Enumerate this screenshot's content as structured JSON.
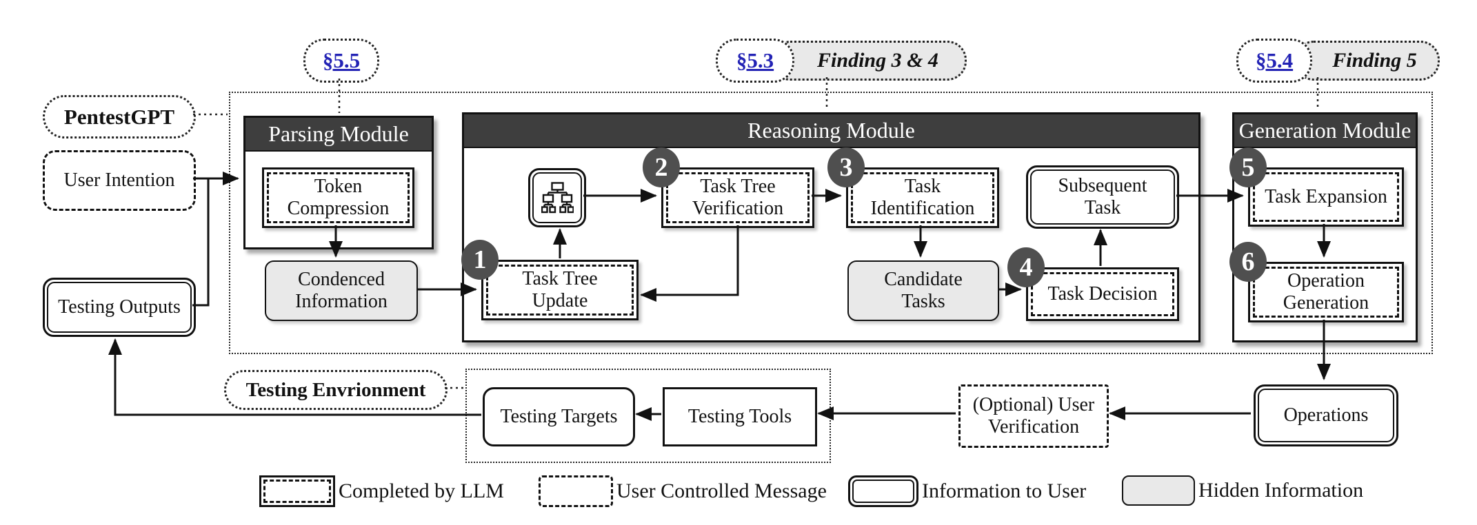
{
  "colors": {
    "module_header_bg": "#3e3e3e",
    "step_circle_bg": "#4f4f4f",
    "hidden_fill": "#e9e9e9",
    "section_link_blue": "#2323b5",
    "line_black": "#111111"
  },
  "badges": {
    "sec55": "§5.5",
    "sec53": "§5.3",
    "finding34": "Finding 3 & 4",
    "sec54": "§5.4",
    "finding5": "Finding 5"
  },
  "labels": {
    "system": "PentestGPT",
    "environment": "Testing Envrionment"
  },
  "modules": {
    "parsing": "Parsing Module",
    "reasoning": "Reasoning Module",
    "generation": "Generation Module"
  },
  "nodes": {
    "user_intention": "User Intention",
    "testing_outputs": "Testing Outputs",
    "token_compression": "Token\nCompression",
    "condenced_information": "Condenced\nInformation",
    "task_tree_update": "Task Tree\nUpdate",
    "task_tree_verification": "Task Tree\nVerification",
    "task_identification": "Task\nIdentification",
    "candidate_tasks": "Candidate\nTasks",
    "task_decision": "Task Decision",
    "subsequent_task": "Subsequent\nTask",
    "task_expansion": "Task Expansion",
    "operation_generation": "Operation\nGeneration",
    "testing_targets": "Testing Targets",
    "testing_tools": "Testing Tools",
    "user_verification": "(Optional) User\nVerification",
    "operations": "Operations"
  },
  "steps": [
    "1",
    "2",
    "3",
    "4",
    "5",
    "6"
  ],
  "legend": [
    {
      "label": "Completed by LLM"
    },
    {
      "label": "User Controlled Message"
    },
    {
      "label": "Information to User"
    },
    {
      "label": "Hidden Information"
    }
  ]
}
